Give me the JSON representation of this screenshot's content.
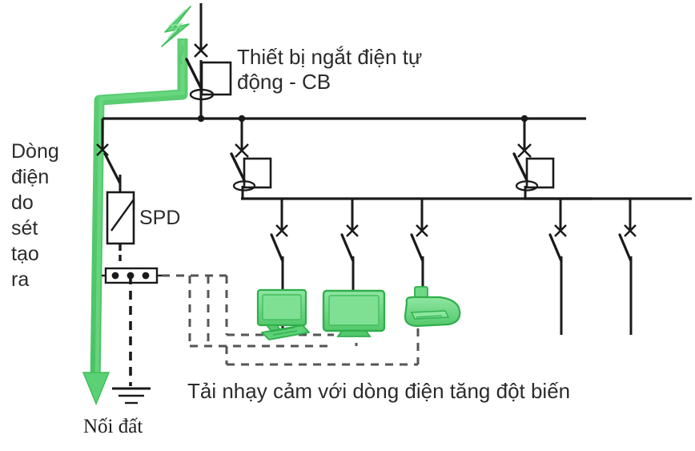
{
  "diagram": {
    "title": "Surge protection device (SPD) single-line diagram",
    "colors": {
      "wire": "#1a1a1a",
      "surge_green": "#4cc765",
      "surge_green_dark": "#35b04b",
      "appliance_fill": "#6ed884",
      "appliance_stroke": "#2fae4b",
      "text": "#2b2b2b",
      "background": "#ffffff"
    },
    "labels": {
      "breaker": "Thiết bị ngắt điện tự\nđộng - CB",
      "lightning_current": "Dòng\nđiện\ndo\nsét\ntạo\nra",
      "spd": "SPD",
      "ground": "Nối đất",
      "sensitive_loads": "Tải nhạy cảm với dòng điện tăng đột biến"
    },
    "components": {
      "lightning_strike": "lightning-bolt-icon",
      "main_breaker": "circuit-breaker-icon",
      "spd_device": "surge-protection-device-icon",
      "terminal_block": "terminal-block-icon",
      "earth_ground": "earth-ground-icon",
      "surge_arrow": "down-arrow-icon",
      "appliances": [
        {
          "name": "computer-icon",
          "label": "computer"
        },
        {
          "name": "television-icon",
          "label": "television"
        },
        {
          "name": "printer-icon",
          "label": "printer"
        }
      ],
      "switch_count_main_branch": 3,
      "switch_count_right_branch": 2,
      "branch_breakers": 3
    }
  }
}
